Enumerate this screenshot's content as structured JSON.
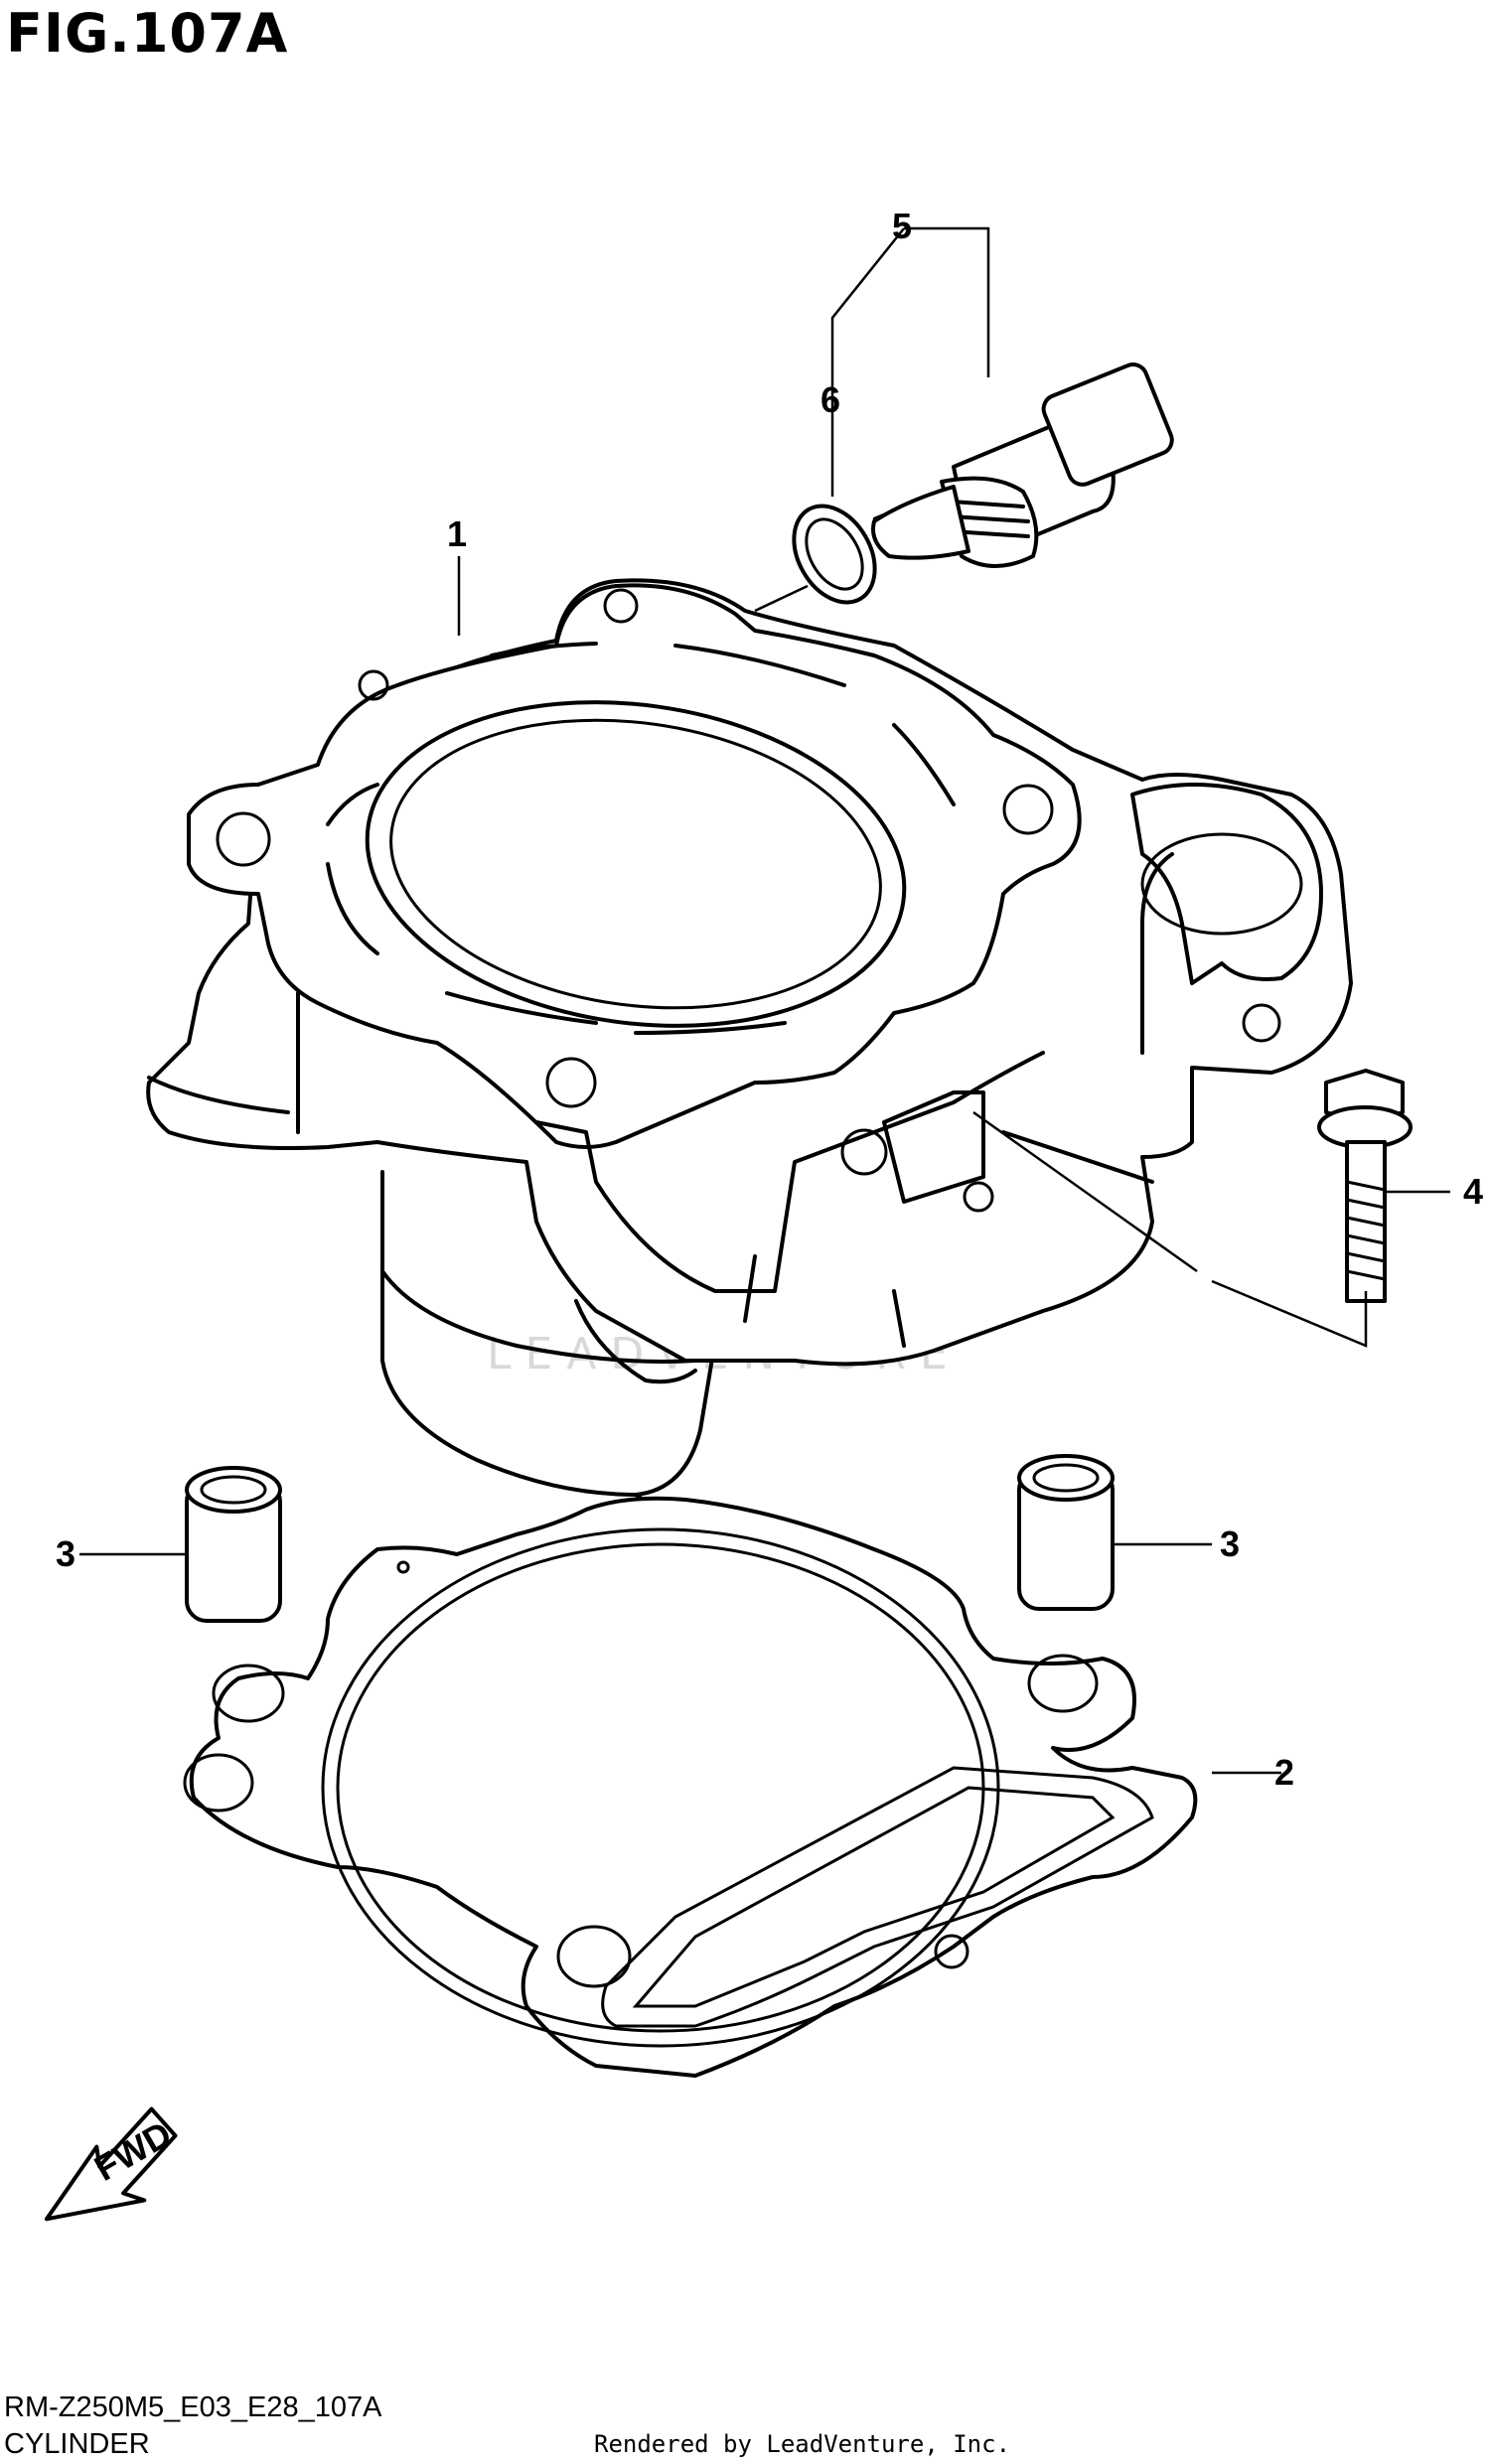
{
  "figure": {
    "title": "FIG.107A",
    "code": "RM-Z250M5_E03_E28_107A",
    "name": "CYLINDER",
    "rendered_by": "Rendered by LeadVenture, Inc.",
    "watermark": "LEADVENTURE",
    "fwd_label": "FWD"
  },
  "callouts": [
    {
      "number": "1",
      "part": "cylinder"
    },
    {
      "number": "2",
      "part": "cylinder-base-gasket"
    },
    {
      "number": "3",
      "part": "dowel-pin-left"
    },
    {
      "number": "3",
      "part": "dowel-pin-right"
    },
    {
      "number": "4",
      "part": "bolt"
    },
    {
      "number": "5",
      "part": "temperature-sensor"
    },
    {
      "number": "6",
      "part": "o-ring"
    }
  ]
}
